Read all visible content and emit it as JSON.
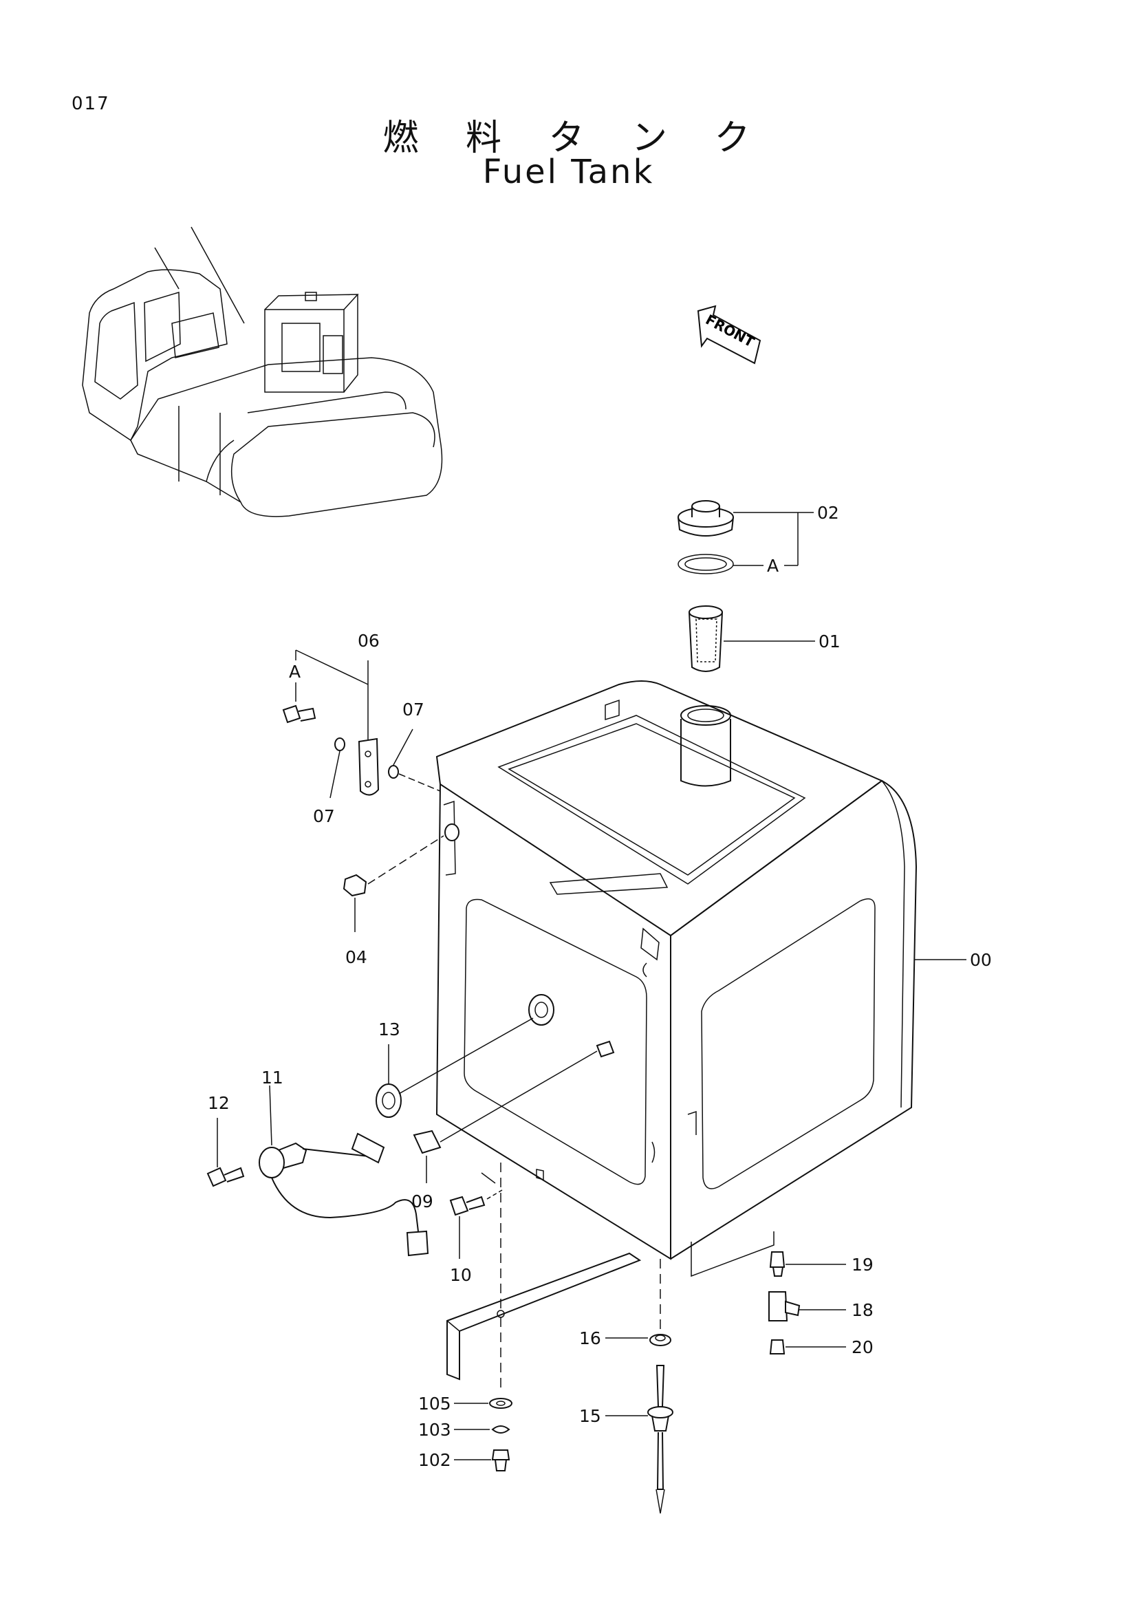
{
  "page": {
    "number": "017",
    "title_jp": "燃 料 タ ン ク",
    "title_en": "Fuel Tank"
  },
  "front_label": "FRONT",
  "callouts": {
    "c00": "00",
    "c01": "01",
    "c02": "02",
    "cA1": "A",
    "cA2": "A",
    "c04": "04",
    "c06": "06",
    "c07a": "07",
    "c07b": "07",
    "c09": "09",
    "c10": "10",
    "c11": "11",
    "c12": "12",
    "c13": "13",
    "c15": "15",
    "c16": "16",
    "c18": "18",
    "c19": "19",
    "c20": "20",
    "c102": "102",
    "c103": "103",
    "c105": "105"
  }
}
